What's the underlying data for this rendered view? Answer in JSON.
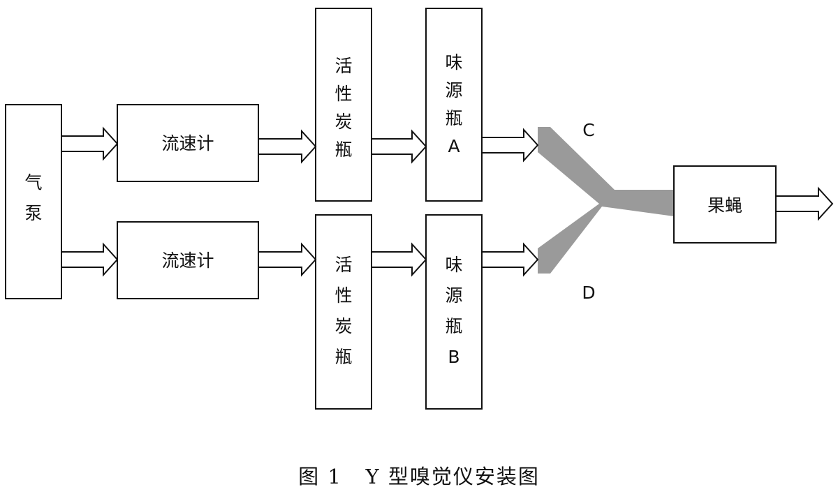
{
  "diagram": {
    "air_pump": "气泵",
    "flowmeter_top": "流速计",
    "flowmeter_bottom": "流速计",
    "carbon_top": "活性炭瓶",
    "carbon_bottom": "活性炭瓶",
    "odor_a": "味源瓶A",
    "odor_b": "味源瓶B",
    "arm_c": "C",
    "arm_d": "D",
    "flies": "果蝇",
    "colors": {
      "stroke": "#111111",
      "tube": "#9a9a9a",
      "box_fill": "#ffffff"
    }
  },
  "caption": {
    "figure_no": "图 1",
    "title": "Y 型嗅觉仪安装图"
  }
}
